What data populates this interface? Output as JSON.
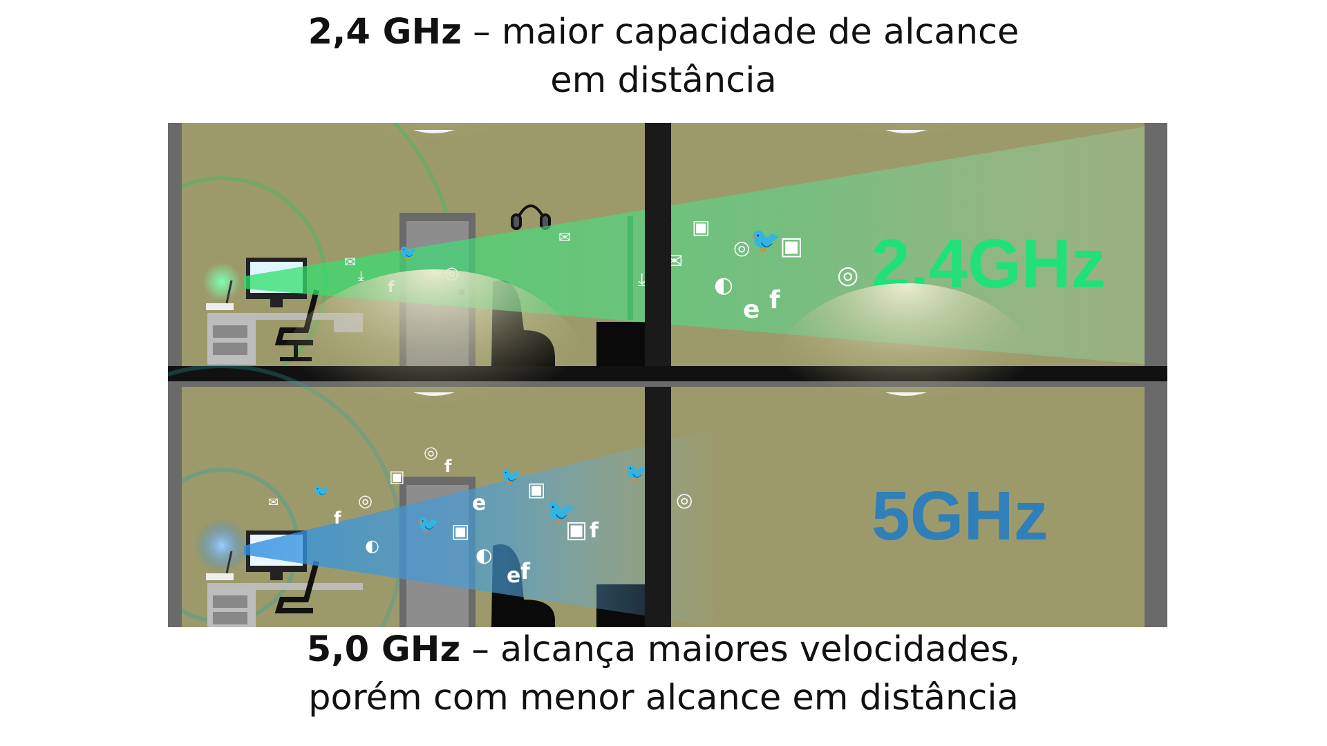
{
  "top_caption": {
    "bold": "2,4 GHz",
    "rest": " – maior capacidade de alcance",
    "line2": "em distância"
  },
  "bottom_caption": {
    "bold": "5,0 GHz",
    "rest": " – alcança maiores velocidades,",
    "line2": "porém com menor alcance em distância"
  },
  "floors": {
    "upper": {
      "band_label": "2.4GHz",
      "beam_color": "#3ddc7a",
      "label_color": "#21e07a"
    },
    "lower": {
      "band_label": "5GHz",
      "beam_color": "#4aa3e0",
      "label_color": "#2f7fb8"
    }
  },
  "colors": {
    "wall": "#9c9a6a",
    "wall_light": "#c9c79a",
    "pillar": "#6a6a6a",
    "floor_slab": "#111111"
  },
  "floating_icons": [
    "mail-icon",
    "download-icon",
    "twitter-icon",
    "instagram-icon",
    "chrome-icon",
    "firefox-icon",
    "ie-icon",
    "facebook-icon"
  ]
}
